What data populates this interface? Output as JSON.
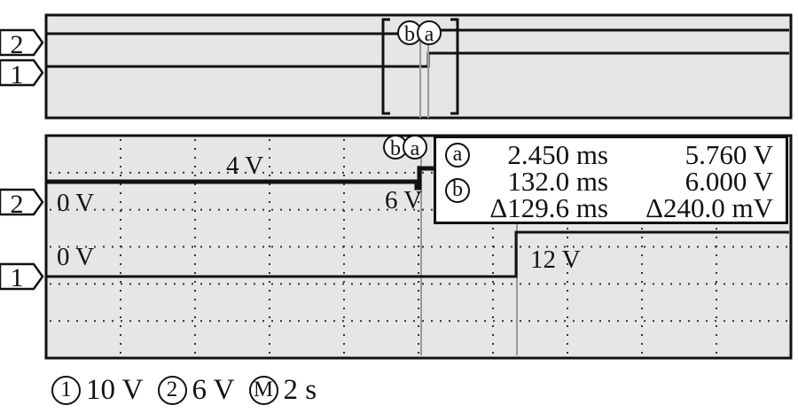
{
  "channels": {
    "ch2": {
      "label": "2",
      "scale": "6 V"
    },
    "ch1": {
      "label": "1",
      "scale": "10 V"
    },
    "math": {
      "label": "M",
      "scale": "2 s"
    }
  },
  "cursors": {
    "a_label": "a",
    "b_label": "b"
  },
  "main_display": {
    "ch2_level_before": "4 V",
    "ch2_ref": "0 V",
    "ch2_level_after": "6 V",
    "ch1_ref": "0 V",
    "ch1_level_after": "12 V"
  },
  "readout": {
    "a": {
      "marker": "a",
      "time": "2.450  ms",
      "volt": "5.760 V"
    },
    "b": {
      "marker": "b",
      "time": "132.0 ms",
      "volt": "6.000 V"
    },
    "delta": {
      "time": "Δ129.6 ms",
      "volt": "Δ240.0 mV"
    }
  },
  "colors": {
    "trace": "#111111",
    "cursor": "#999999",
    "grid": "#333333",
    "screen_bg": "#e6e6e6"
  }
}
